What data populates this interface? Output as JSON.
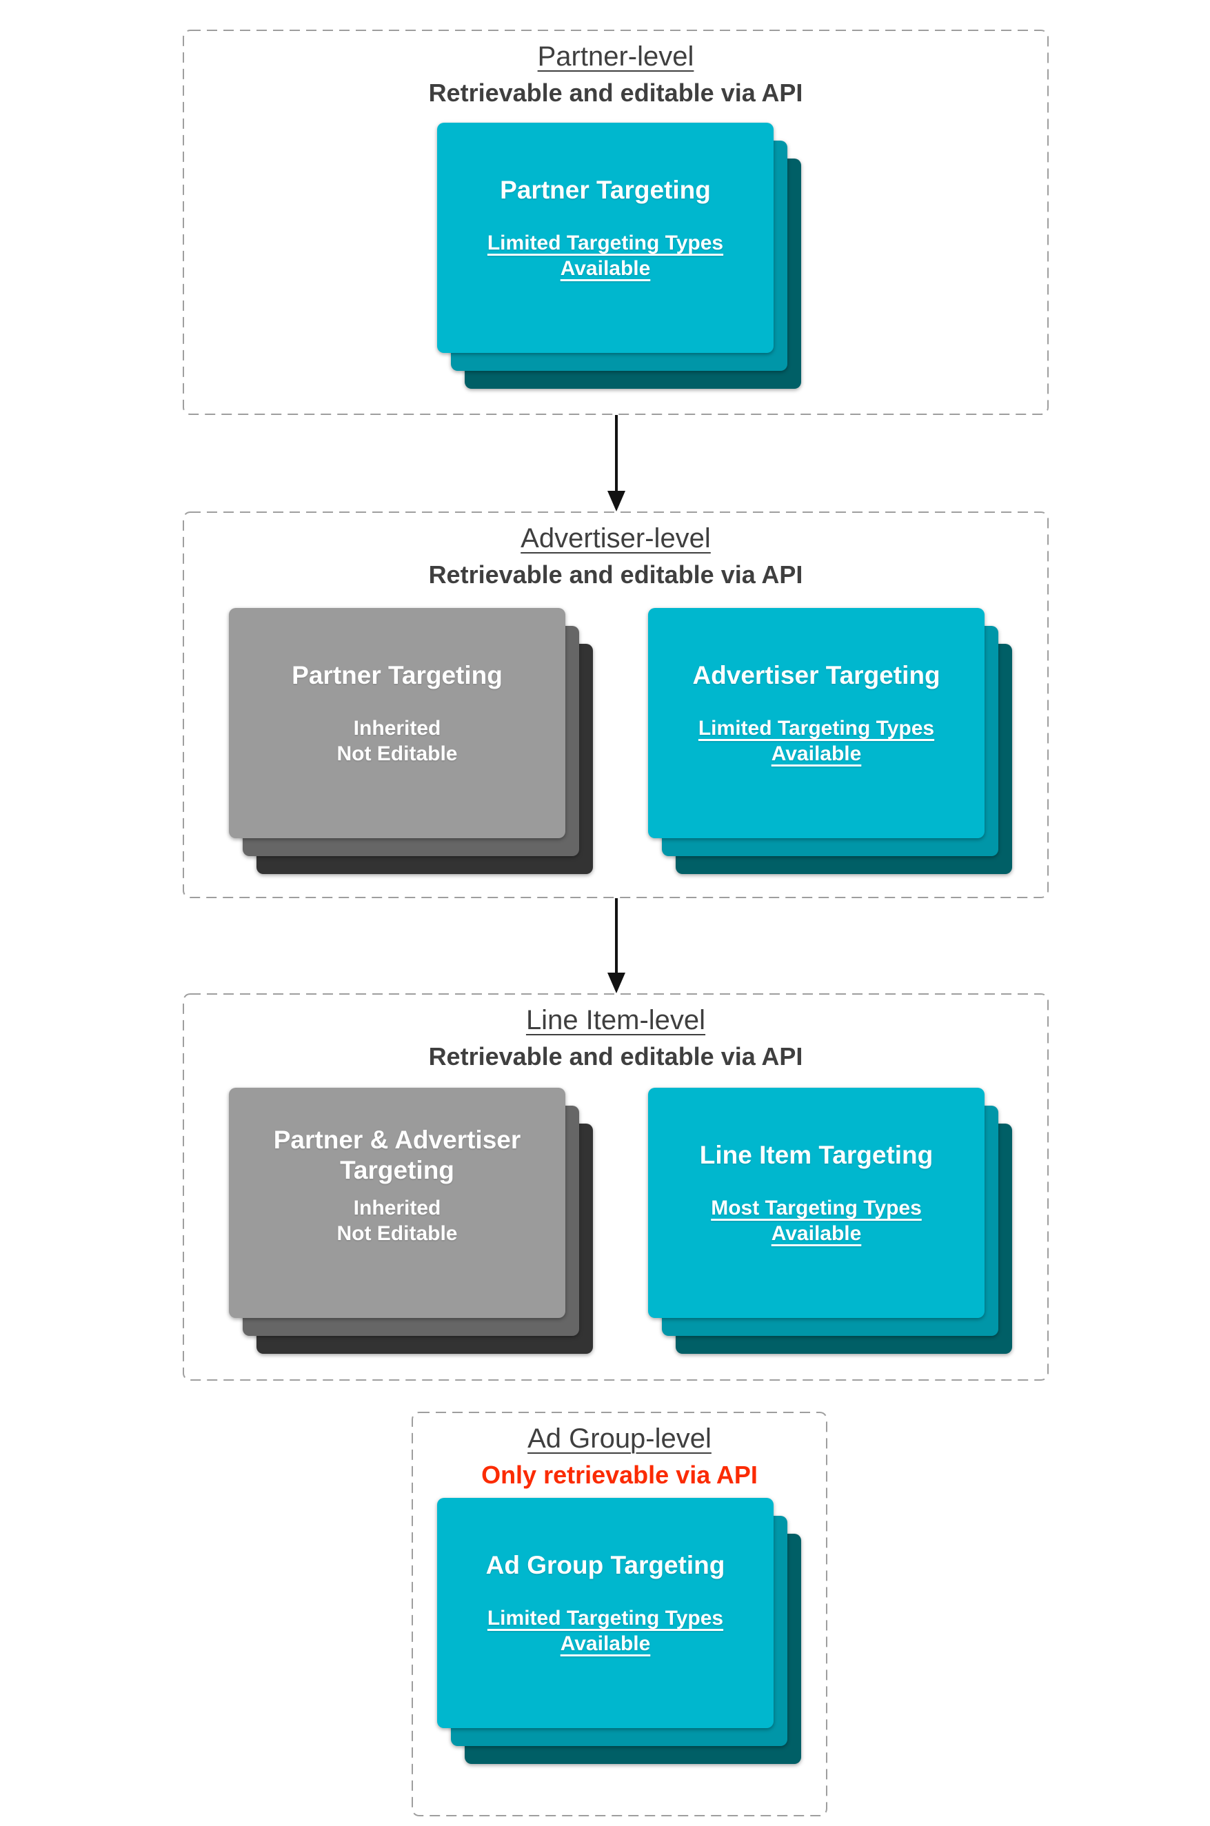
{
  "colors": {
    "teal": "#00B7CE",
    "teal_mid": "#0096A8",
    "teal_dark": "#005F66",
    "gray": "#9B9B9B",
    "gray_mid": "#666666",
    "gray_dark": "#333333",
    "heading": "#3F3F3F",
    "red": "#FB2B02",
    "border": "#9E9E9E",
    "arrow": "#121212"
  },
  "sections": [
    {
      "title": "Partner-level",
      "subtitle": "Retrievable and editable via API",
      "cards": [
        {
          "title_lines": [
            "Partner Targeting"
          ],
          "body_lines": [
            "Limited Targeting Types",
            "Available"
          ]
        }
      ]
    },
    {
      "title": "Advertiser-level",
      "subtitle": "Retrievable and editable via API",
      "cards": [
        {
          "title_lines": [
            "Partner Targeting"
          ],
          "body_lines": [
            "Inherited",
            "Not Editable"
          ]
        },
        {
          "title_lines": [
            "Advertiser Targeting"
          ],
          "body_lines": [
            "Limited Targeting Types",
            "Available"
          ]
        }
      ]
    },
    {
      "title": "Line Item-level",
      "subtitle": "Retrievable and editable via API",
      "cards": [
        {
          "title_lines": [
            "Partner & Advertiser",
            "Targeting"
          ],
          "body_lines": [
            "Inherited",
            "Not Editable"
          ]
        },
        {
          "title_lines": [
            "Line Item Targeting"
          ],
          "body_lines": [
            "Most Targeting Types",
            "Available"
          ]
        }
      ]
    },
    {
      "title": "Ad Group-level",
      "subtitle": "Only retrievable via API",
      "cards": [
        {
          "title_lines": [
            "Ad Group Targeting"
          ],
          "body_lines": [
            "Limited Targeting Types",
            "Available"
          ]
        }
      ]
    }
  ]
}
